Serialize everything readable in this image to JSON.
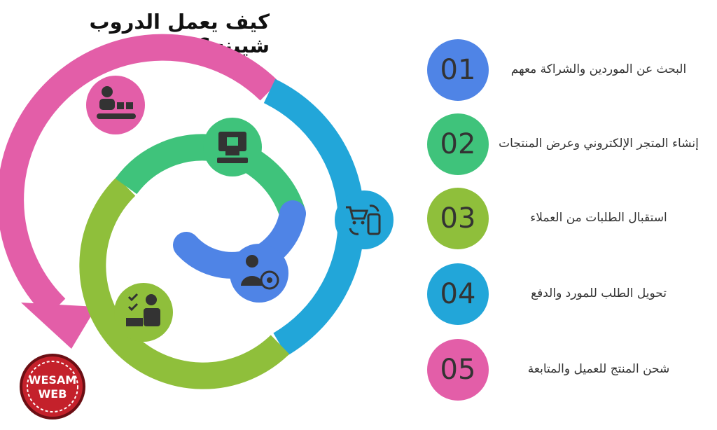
{
  "title": "كيف يعمل الدروب شيبنج؟",
  "steps": [
    {
      "number": "01",
      "text": "البحث عن الموردين والشراكة معهم",
      "color": "#4f84e6"
    },
    {
      "number": "02",
      "text": "إنشاء المتجر الإلكتروني وعرض المنتجات",
      "color": "#3fc37b"
    },
    {
      "number": "03",
      "text": "استقبال الطلبات من العملاء",
      "color": "#8fbf3b"
    },
    {
      "number": "04",
      "text": "تحويل الطلب للمورد والدفع",
      "color": "#22a6d9"
    },
    {
      "number": "05",
      "text": "شحن المنتج للعميل والمتابعة",
      "color": "#e35ea8"
    }
  ],
  "spiral_colors": {
    "pink": "#e35ea8",
    "blue": "#22a6d9",
    "lime": "#8fbf3b",
    "green": "#3fc37b",
    "royal": "#4f84e6"
  },
  "icons": [
    "delivery-worker-icon",
    "shopping-cart-phone-icon",
    "computer-store-icon",
    "customer-search-icon",
    "order-checklist-icon"
  ],
  "logo": {
    "line1": "WESAM",
    "line2": "WEB"
  }
}
